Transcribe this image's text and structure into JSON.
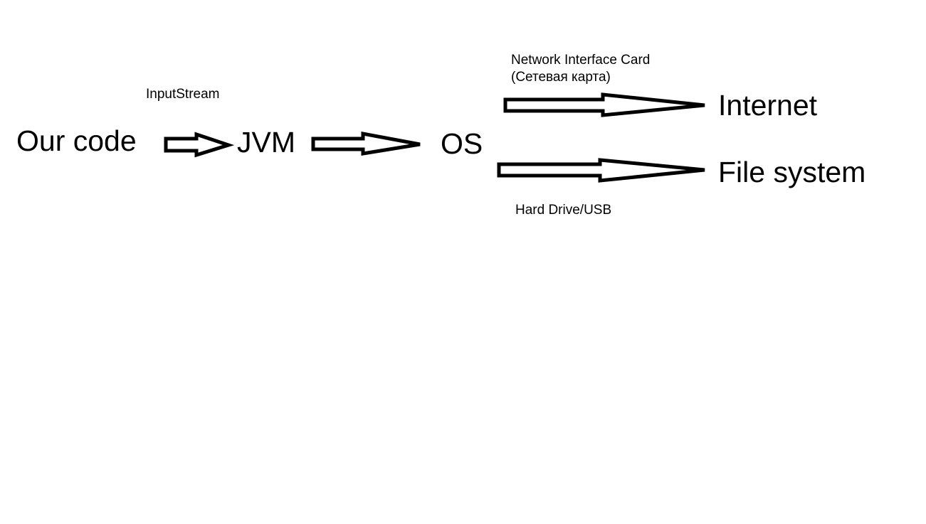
{
  "nodes": {
    "our_code": "Our code",
    "jvm": "JVM",
    "os": "OS",
    "internet": "Internet",
    "file_system": "File system"
  },
  "edge_labels": {
    "input_stream": "InputStream",
    "network_card_line1": "Network Interface Card",
    "network_card_line2": "(Сетевая карта)",
    "hard_drive": "Hard Drive/USB"
  },
  "colors": {
    "stroke": "#000000",
    "background": "#ffffff"
  }
}
